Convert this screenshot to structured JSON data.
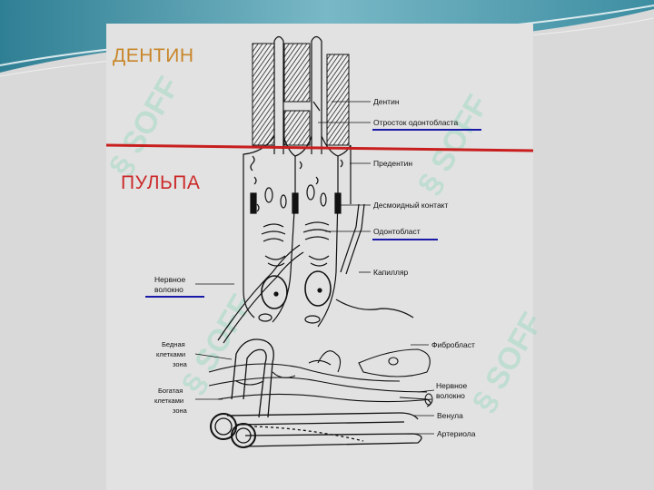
{
  "colors": {
    "dentin_label": "#c8862a",
    "pulp_label": "#cc2a2a",
    "boundary_line": "#c81e1e",
    "underline": "#1a1aa8",
    "watermark": "#7fd6b0",
    "header_teal": "#5aa3b4"
  },
  "zones": {
    "dentin": "ДЕНТИН",
    "pulp": "ПУЛЬПА"
  },
  "labels": {
    "dentin": "Дентин",
    "odontoblast_process": "Отросток одонтобласта",
    "predentin": "Предентин",
    "desmosomal_contact": "Десмоидный контакт",
    "odontoblast": "Одонтобласт",
    "capillary": "Капилляр",
    "nerve_fiber_left_1": "Нервное",
    "nerve_fiber_left_2": "волокно",
    "cell_poor_1": "Бедная",
    "cell_poor_2": "клетками",
    "cell_poor_3": "зона",
    "cell_rich_1": "Богатая",
    "cell_rich_2": "клетками",
    "cell_rich_3": "зона",
    "fibroblast": "Фибробласт",
    "nerve_fiber_right_1": "Нервное",
    "nerve_fiber_right_2": "волокно",
    "venule": "Венула",
    "arteriole": "Артериола"
  },
  "watermark": {
    "text": "SOFF",
    "icon": "ss-logo-icon"
  }
}
